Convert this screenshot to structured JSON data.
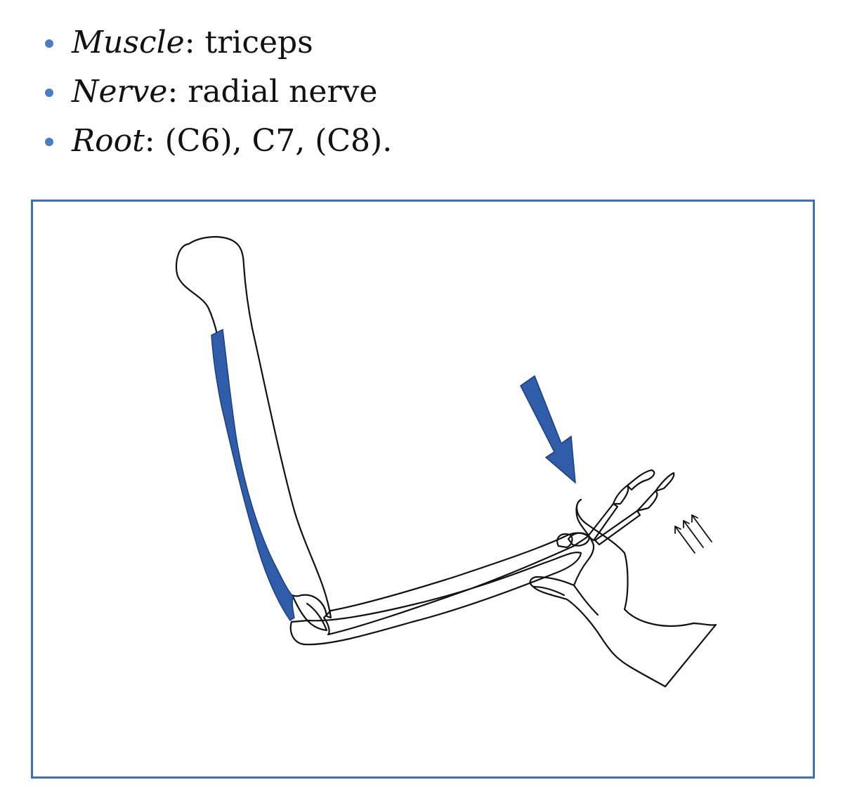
{
  "bullets": [
    {
      "term": "Muscle",
      "separator": ":",
      "text": " triceps"
    },
    {
      "term": "Nerve",
      "separator": ":",
      "text": " radial nerve"
    },
    {
      "term": "Root",
      "separator": ":",
      "text": " (C6), C7, (C8)."
    }
  ],
  "colors": {
    "bullet": "#4a7fc4",
    "frame": "#3e6fb8",
    "muscle": "#2f5daa",
    "force_arrow": "#2f5daa",
    "line_art": "#111111"
  },
  "figure": {
    "icons": [
      "humerus-bone",
      "triceps-muscle",
      "forearm-bones",
      "examiner-hand",
      "force-arrow-icon",
      "resistance-arrows-icon"
    ]
  }
}
